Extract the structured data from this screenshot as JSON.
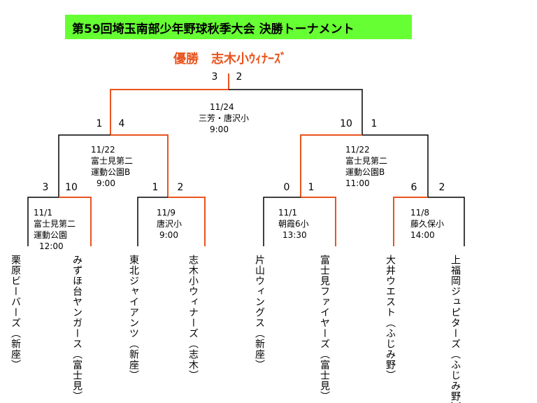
{
  "title": "第59回埼玉南部少年野球秋季大会 決勝トーナメント",
  "champion": {
    "label": "優勝",
    "team": "志木小ｳｨﾅｰｽﾞ"
  },
  "colors": {
    "title_bg": "#66ff33",
    "winner_line": "#e8541e",
    "loser_line": "#000000"
  },
  "final": {
    "scores": [
      "3",
      "2"
    ],
    "info": [
      "11/24",
      "三芳・唐沢小",
      "9:00"
    ]
  },
  "semifinals": [
    {
      "scores": [
        "1",
        "4"
      ],
      "info": [
        "11/22",
        "富士見第二",
        "運動公園B",
        "9:00"
      ]
    },
    {
      "scores": [
        "10",
        "1"
      ],
      "info": [
        "11/22",
        "富士見第二",
        "運動公園B",
        "11:00"
      ]
    }
  ],
  "quarterfinals": [
    {
      "scores": [
        "3",
        "10"
      ],
      "info": [
        "11/1",
        "富士見第二",
        "運動公園",
        "12:00"
      ]
    },
    {
      "scores": [
        "1",
        "2"
      ],
      "info": [
        "11/9",
        "唐沢小",
        "9:00"
      ]
    },
    {
      "scores": [
        "0",
        "1"
      ],
      "info": [
        "11/1",
        "朝霞6小",
        "13:30"
      ]
    },
    {
      "scores": [
        "6",
        "2"
      ],
      "info": [
        "11/8",
        "藤久保小",
        "14:00"
      ]
    }
  ],
  "teams": [
    {
      "name": "栗原ビーバーズ",
      "area": "（新座）"
    },
    {
      "name": "みずほ台ヤンガース",
      "area": "（富士見）"
    },
    {
      "name": "東北ジャイアンツ",
      "area": "（新座）"
    },
    {
      "name": "志木小ウィナーズ",
      "area": "（志木）"
    },
    {
      "name": "片山ウィングス",
      "area": "（新座）"
    },
    {
      "name": "富士見ファイヤーズ",
      "area": "（富士見）"
    },
    {
      "name": "大井ウエスト",
      "area": "（ふじみ野）"
    },
    {
      "name": "上福岡ジュピターズ",
      "area": "（ふじみ野）"
    }
  ]
}
